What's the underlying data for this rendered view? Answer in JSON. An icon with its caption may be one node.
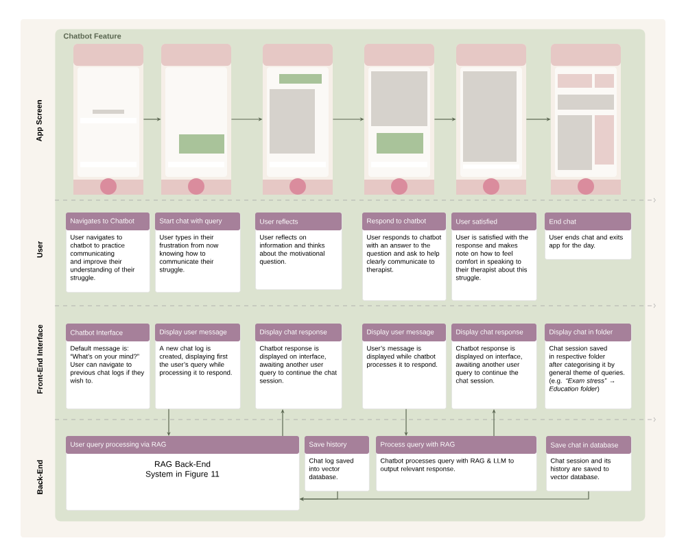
{
  "diagram": {
    "nodes": [
      {
        "text": [
          "Chatbot Feature"
        ]
      },
      {
        "text": [],
        "shape": "picture",
        "in": 0
      },
      {
        "text": [],
        "shape": "picture",
        "in": 0
      },
      {
        "text": [],
        "shape": "picture",
        "in": 0
      },
      {
        "text": [],
        "shape": "picture",
        "in": 0
      },
      {
        "text": [],
        "shape": "picture",
        "in": 0
      },
      {
        "text": [],
        "shape": "picture",
        "in": 0
      },
      {
        "text": [
          "Navigates to Chatbot",
          "User navigates to chatbot to practice communicating and improve their understanding of their struggle."
        ],
        "in": 0
      },
      {
        "text": [
          "Start chat with query",
          "User types in their frustration from now knowing how to communicate their struggle."
        ],
        "in": 0
      },
      {
        "text": [
          "User reflects",
          "User reflects on information and thinks about the motivational question."
        ],
        "in": 0
      },
      {
        "text": [
          "Respond to chatbot",
          "User responds to chatbot with an answer to the question and ask to help clearly communicate to therapist."
        ],
        "in": 0
      },
      {
        "text": [
          "User satisfied",
          "User is satisfied with the response and makes note on how to feel comfort in speaking to their therapist about this struggle."
        ],
        "in": 0
      },
      {
        "text": [
          "End chat",
          "User ends chat and exits app for the day."
        ],
        "in": 0
      },
      {
        "text": [
          "Chatbot Interface",
          "Default message is: “What’s on your mind?” User can navigate to previous chat logs if they wish to."
        ],
        "in": 0
      },
      {
        "text": [
          "Display user message",
          "A new chat log is created, displaying first the user’s query while processing it to respond."
        ],
        "in": 0
      },
      {
        "text": [
          "Display chat response",
          "Chatbot response is displayed on interface, awaiting another user query to continue the chat session."
        ],
        "in": 0
      },
      {
        "text": [
          "Display user message",
          "User’s message is displayed while chatbot processes it to respond."
        ],
        "in": 0
      },
      {
        "text": [
          "Display chat response",
          "Chatbot response is displayed on interface, awaiting another user query to continue the chat session."
        ],
        "in": 0
      },
      {
        "text": [
          "Display chat in folder",
          "Chat session saved in respective folder after categorising it by general theme of queries. (e.g. *“Exam stress”* → *Education folder*)"
        ],
        "in": 0
      },
      {
        "text": [
          "User query processing via RAG",
          "RAG Back-End System in Figure 11"
        ],
        "in": 0
      },
      {
        "text": [
          "Save history",
          "Chat log saved into vector database."
        ],
        "in": 0
      },
      {
        "text": [
          "Process query with RAG",
          "Chatbot processes query with RAG & LLM to output relevant response."
        ],
        "in": 0
      },
      {
        "text": [
          "Save chat in database",
          "Chat session and its history are saved to vector database."
        ],
        "in": 0
      }
    ],
    "edges": [
      {
        "from": 1,
        "to": 2,
        "arrow": "to"
      },
      {
        "from": 2,
        "to": 3,
        "arrow": "to"
      },
      {
        "from": 3,
        "to": 4,
        "arrow": "to"
      },
      {
        "from": 4,
        "to": 5,
        "arrow": "to"
      },
      {
        "from": 5,
        "to": 6,
        "arrow": "to"
      },
      {
        "from": 14,
        "to": 19,
        "arrow": "to"
      },
      {
        "from": 19,
        "to": 15,
        "arrow": "to"
      },
      {
        "from": 16,
        "to": 21,
        "arrow": "to"
      },
      {
        "from": 21,
        "to": 17,
        "arrow": "to"
      },
      {
        "from": 20,
        "to": 19,
        "arrow": "to"
      },
      {
        "from": 22,
        "to": 19,
        "arrow": "to"
      }
    ],
    "labels": [
      "App Screen",
      "User",
      "Front-End Interface",
      "Back-End"
    ]
  }
}
